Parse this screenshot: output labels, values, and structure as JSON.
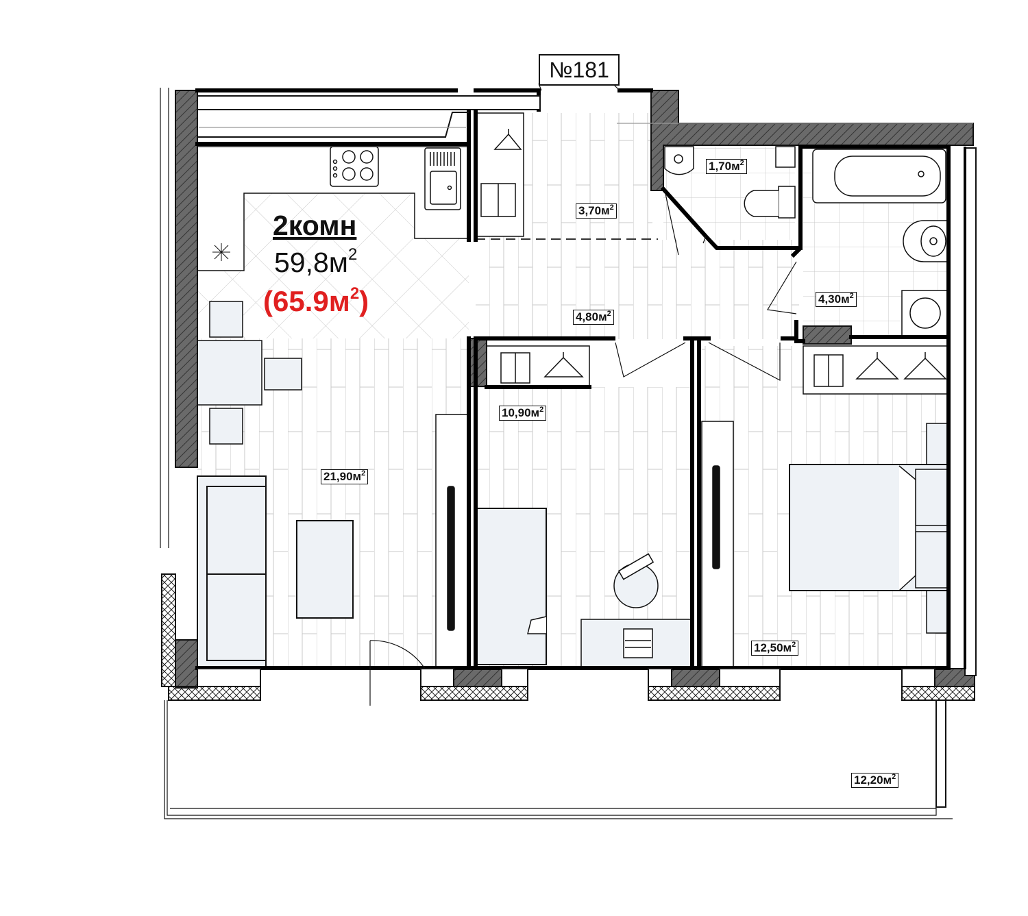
{
  "apartment": {
    "number": "№181",
    "rooms": "2комн",
    "area_value": "59,8м",
    "area_total_open": "(65.9м",
    "area_total_close": ")",
    "sup": "2"
  },
  "rooms": [
    {
      "id": "living-room",
      "area": "21,90м"
    },
    {
      "id": "bedroom-small",
      "area": "10,90м"
    },
    {
      "id": "bedroom-main",
      "area": "12,50м"
    },
    {
      "id": "hallway-storage",
      "area": "3,70м"
    },
    {
      "id": "hallway",
      "area": "4,80м"
    },
    {
      "id": "toilet",
      "area": "1,70м"
    },
    {
      "id": "bathroom",
      "area": "4,30м"
    },
    {
      "id": "balcony",
      "area": "12,20м"
    }
  ],
  "colors": {
    "wall": "#000000",
    "partition_fill": "#555555",
    "accent": "#e02020",
    "furniture_fill": "#eef2f6"
  }
}
